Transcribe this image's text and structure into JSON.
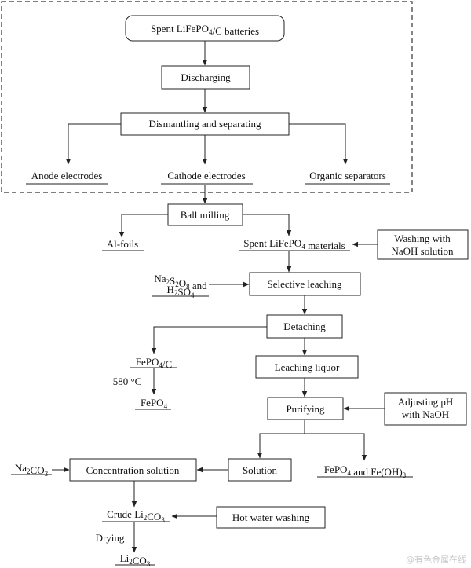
{
  "nodes": {
    "spent_batteries": "Spent LiFePO4/C batteries",
    "discharging": "Discharging",
    "dismantling": "Dismantling and separating",
    "anode": "Anode electrodes",
    "cathode": "Cathode electrodes",
    "organic": "Organic separators",
    "ball_milling": "Ball milling",
    "al_foils": "Al-foils",
    "spent_material": "Spent LiFePO4 materials",
    "washing_1": "Washing with",
    "washing_2": "NaOH solution",
    "reagent_1": "Na2S2O8 and",
    "reagent_2": "H2SO4",
    "selective_leaching": "Selective leaching",
    "detaching": "Detaching",
    "fepo4c": "FePO4/C",
    "temp": "580 °C",
    "fepo4": "FePO4",
    "leaching_liquor": "Leaching liquor",
    "adjust_1": "Adjusting pH",
    "adjust_2": "with NaOH",
    "purifying": "Purifying",
    "na2co3": "Na2CO3",
    "concentration": "Concentration solution",
    "solution": "Solution",
    "precipitate": "FePO4 and Fe(OH)3",
    "crude": "Crude Li2CO3",
    "hot_water": "Hot water washing",
    "drying": "Drying",
    "li2co3": "Li2CO3"
  },
  "watermark": "@有色金属在线"
}
